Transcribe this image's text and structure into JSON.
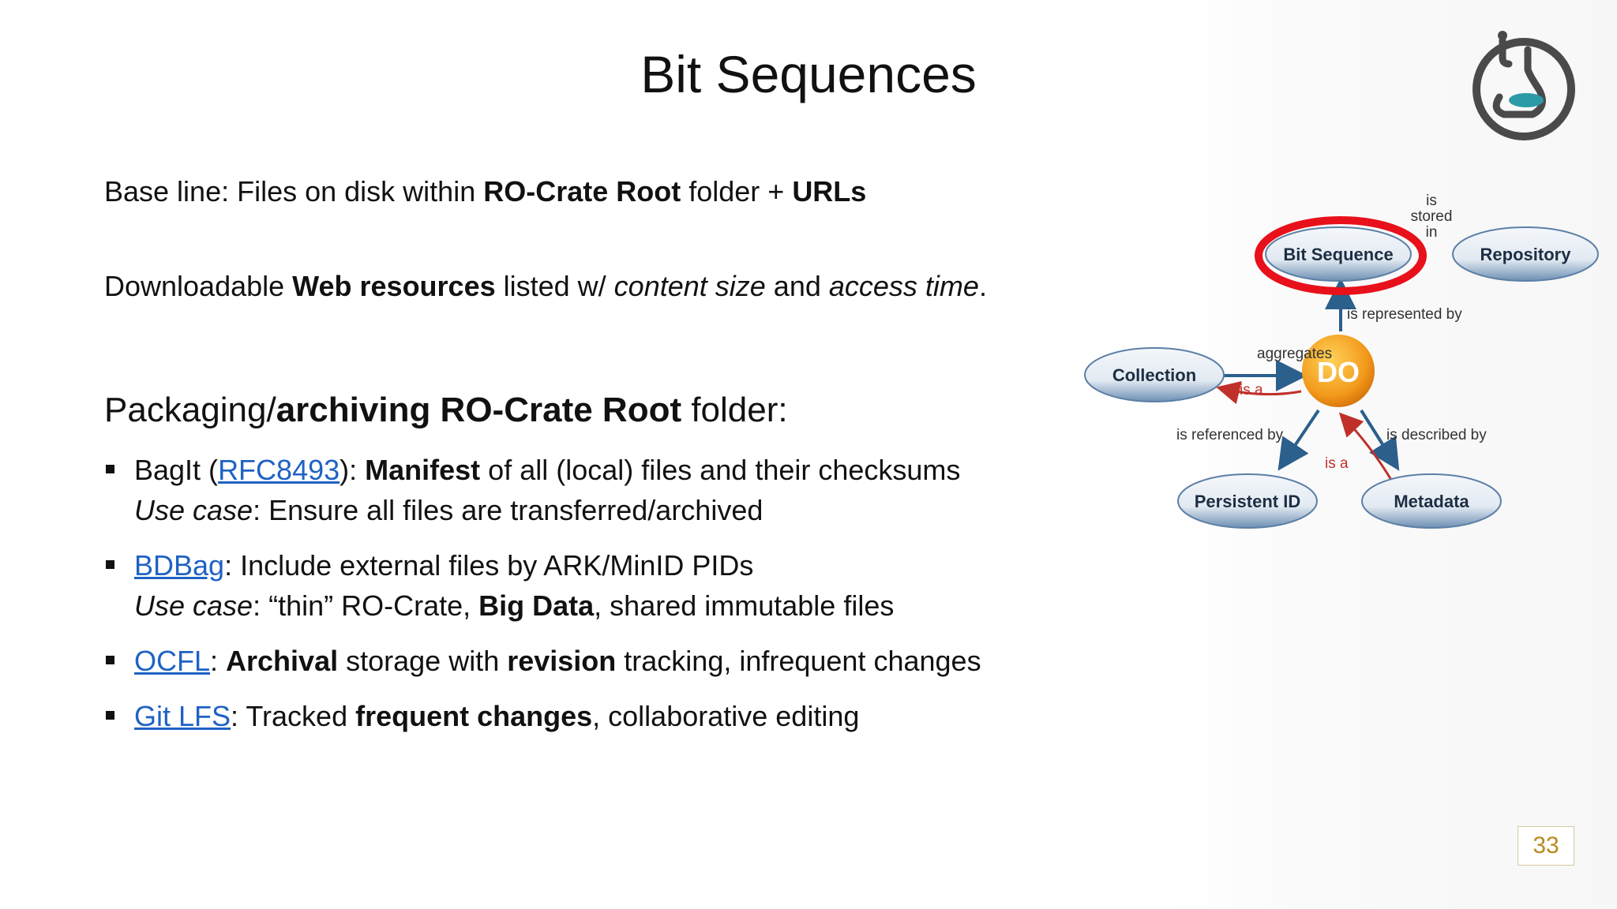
{
  "slide": {
    "title": "Bit Sequences",
    "page_number": "33"
  },
  "intro": {
    "p1_a": "Base line: Files on disk within ",
    "p1_b": "RO-Crate Root",
    "p1_c": " folder + ",
    "p1_d": "URLs",
    "p2_a": "Downloadable ",
    "p2_b": "Web resources",
    "p2_c": " listed w/ ",
    "p2_d": "content size",
    "p2_e": " and ",
    "p2_f": "access time",
    "p2_g": "."
  },
  "heading": {
    "a": "Packaging/",
    "b": "archiving RO-Crate Root",
    "c": " folder:"
  },
  "bullets": {
    "b1": {
      "a": "BagIt (",
      "link": "RFC8493",
      "b": "): ",
      "c": "Manifest",
      "d": " of all (local) files and their checksums",
      "use": "Use case",
      "use_rest": ": Ensure all files are transferred/archived"
    },
    "b2": {
      "link": "BDBag",
      "a": ": Include external files by ARK/MinID PIDs",
      "use": "Use case",
      "use_a": ": “thin” RO-Crate, ",
      "use_b": "Big Data",
      "use_c": ", shared immutable files"
    },
    "b3": {
      "link": "OCFL",
      "a": ": ",
      "b": "Archival",
      "c": " storage with ",
      "d": "revision",
      "e": " tracking, infrequent changes"
    },
    "b4": {
      "link": "Git LFS",
      "a": ": Tracked ",
      "b": "frequent changes",
      "c": ", collaborative editing"
    }
  },
  "diagram": {
    "nodes": {
      "bit_sequence": "Bit Sequence",
      "repository": "Repository",
      "do": "DO",
      "collection": "Collection",
      "persistent_id": "Persistent ID",
      "metadata": "Metadata"
    },
    "edges": {
      "is_stored_in_1": "is",
      "is_stored_in_2": "stored",
      "is_stored_in_3": "in",
      "is_represented_by": "is represented by",
      "aggregates": "aggregates",
      "is_a_collection": "is a",
      "is_referenced_by": "is referenced by",
      "is_described_by": "is described by",
      "is_a_metadata": "is a"
    },
    "colors": {
      "node_fill": "#e6edf5",
      "node_text": "#1d2e44",
      "arrow": "#2b5f8c",
      "red_arrow": "#c0302a",
      "highlight_ring": "#e8101a",
      "do_fill": "#f29a1b"
    }
  },
  "logo": {
    "icon": "flask-logo-icon",
    "colors": {
      "outline": "#4a4a4a",
      "liquid": "#2a9ba6"
    }
  }
}
